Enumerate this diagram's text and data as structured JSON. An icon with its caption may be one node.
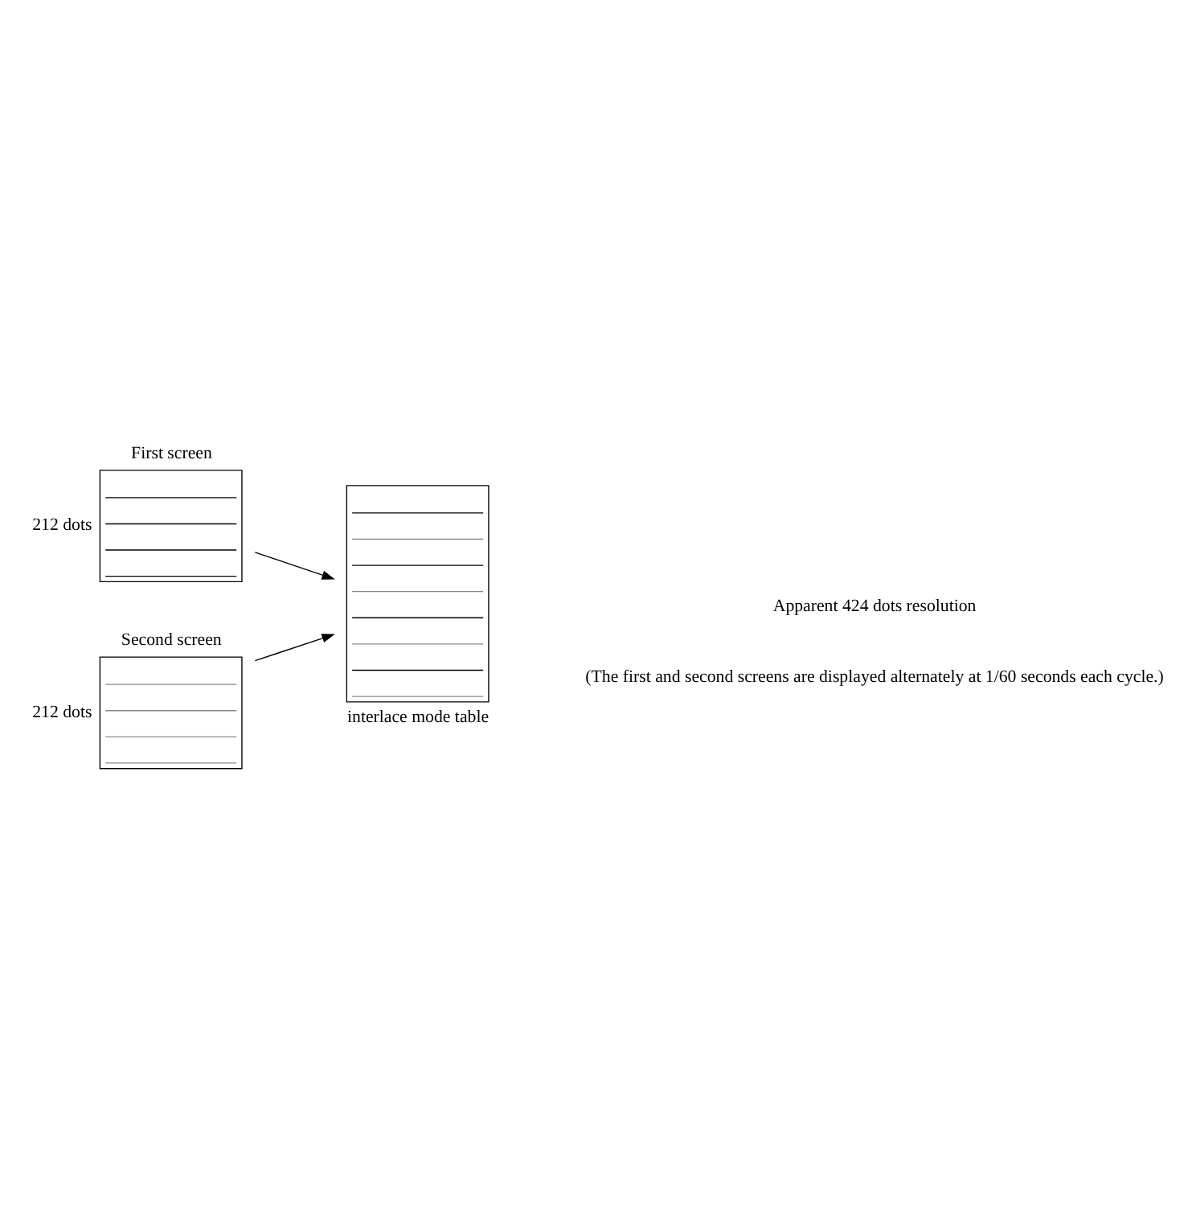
{
  "diagram": {
    "nodes": [
      {
        "text": [
          "First screen"
        ],
        "beside": [
          "212 dots"
        ]
      },
      {
        "text": [
          "Second screen"
        ],
        "beside": [
          "212 dots"
        ]
      },
      {
        "text": [],
        "shape": "box",
        "beside": [
          "interlace mode table"
        ]
      }
    ],
    "edges": [
      {
        "from": 0,
        "to": 2,
        "arrow": "to"
      },
      {
        "from": 1,
        "to": 2,
        "arrow": "to"
      }
    ],
    "labels": [
      "Apparent 424 dots resolution",
      "(The first and second screens are displayed alternately at 1/60 seconds each cycle.)"
    ]
  }
}
